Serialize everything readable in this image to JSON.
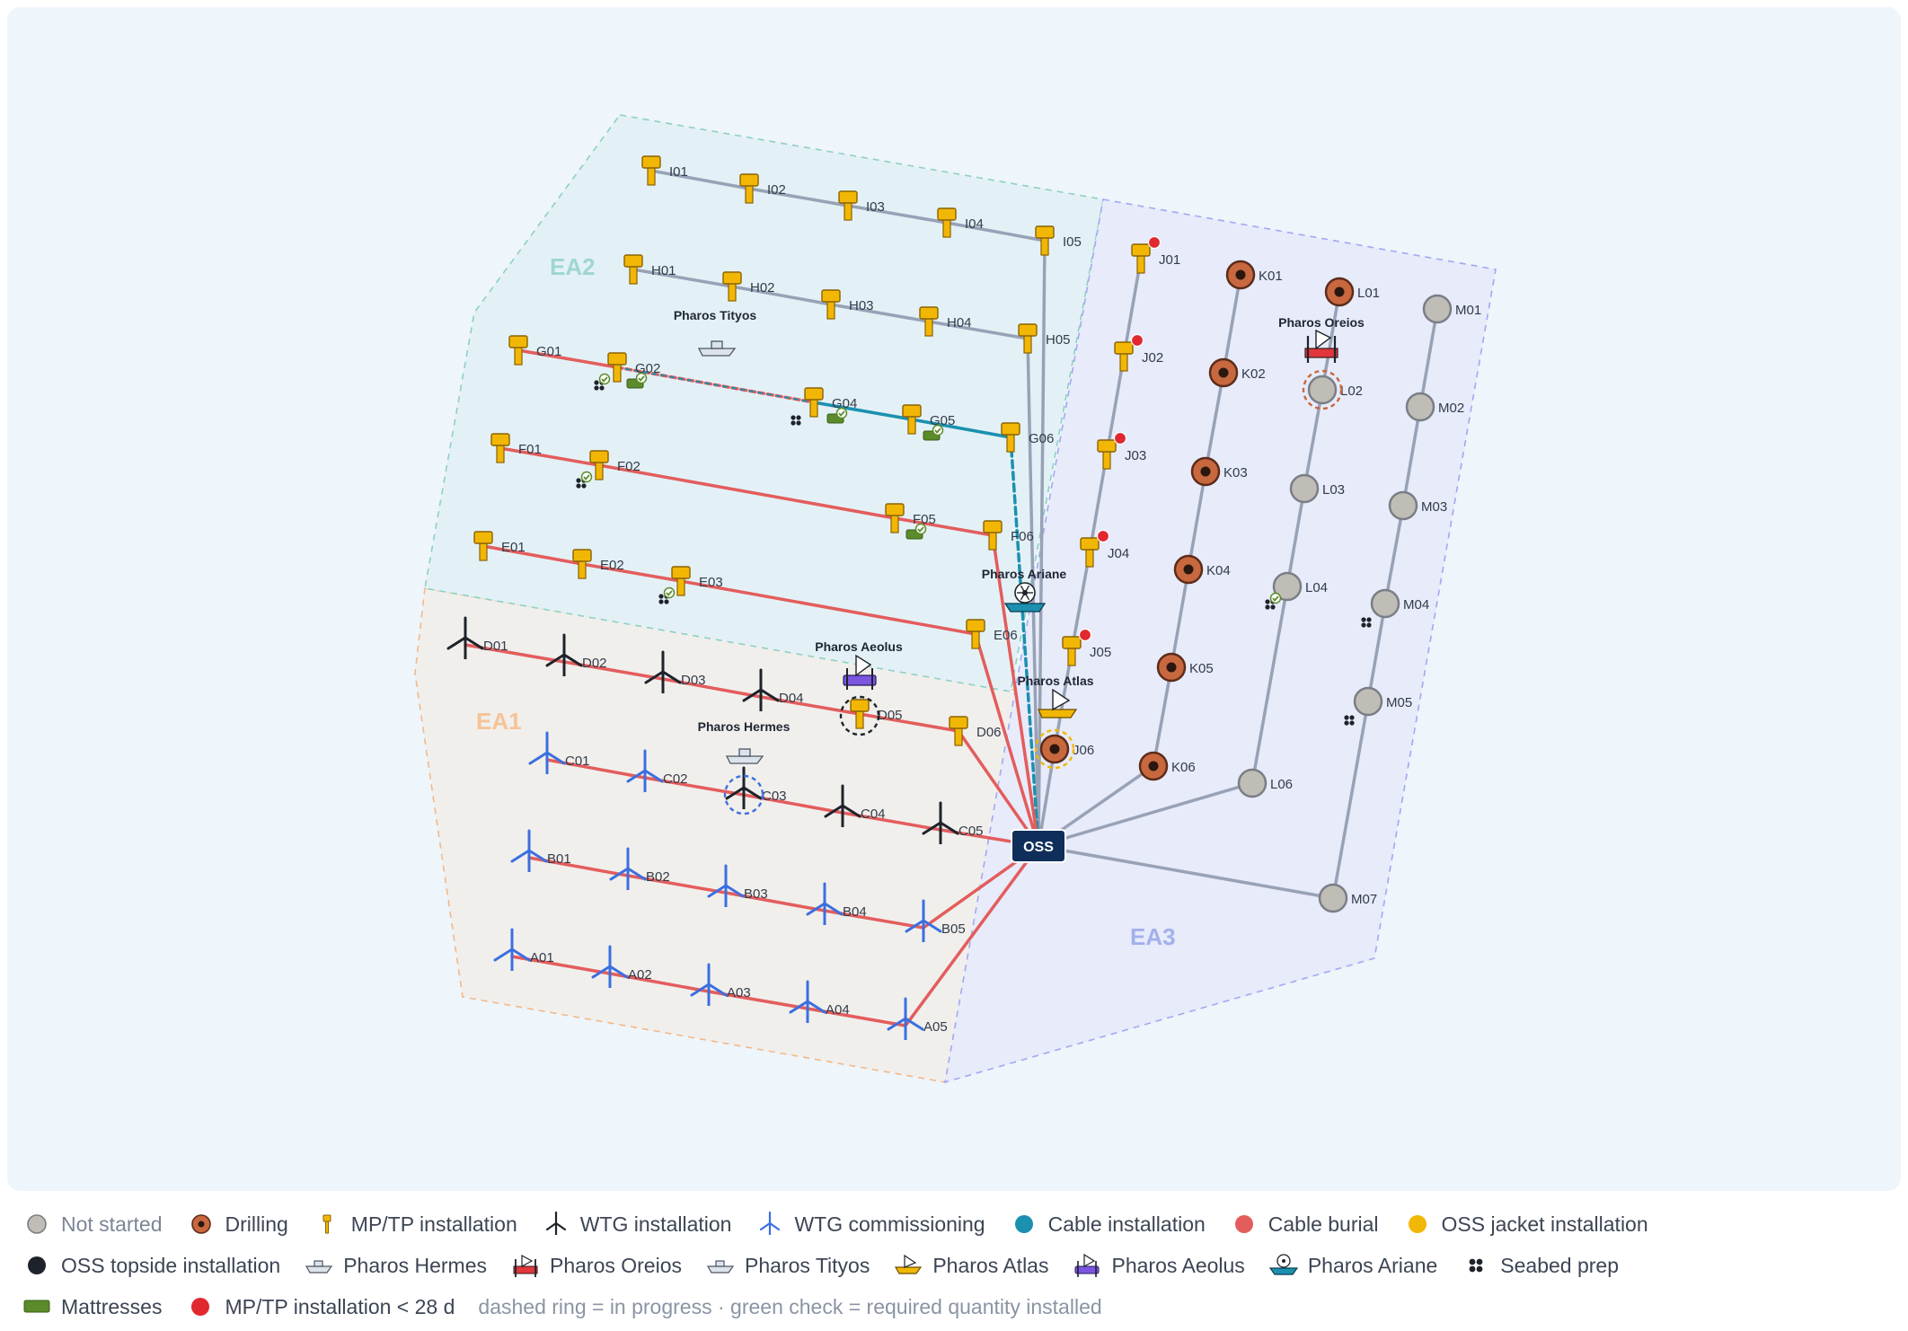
{
  "areas": [
    {
      "id": "EA1",
      "label": "EA1",
      "fill": "#f1efec",
      "stroke": "#f1b98a",
      "text_color": "#f5c398"
    },
    {
      "id": "EA2",
      "label": "EA2",
      "fill": "#e3f1f6",
      "stroke": "#8fd0c2",
      "text_color": "#9fd6d0"
    },
    {
      "id": "EA3",
      "label": "EA3",
      "fill": "#e7ebfa",
      "stroke": "#a3a8f0",
      "text_color": "#a4b0ec"
    }
  ],
  "oss": {
    "label": "OSS"
  },
  "nodes": [
    {
      "id": "I01",
      "type": "mp"
    },
    {
      "id": "I02",
      "type": "mp"
    },
    {
      "id": "I03",
      "type": "mp"
    },
    {
      "id": "I04",
      "type": "mp"
    },
    {
      "id": "I05",
      "type": "mp"
    },
    {
      "id": "H01",
      "type": "mp"
    },
    {
      "id": "H02",
      "type": "mp"
    },
    {
      "id": "H03",
      "type": "mp"
    },
    {
      "id": "H04",
      "type": "mp"
    },
    {
      "id": "H05",
      "type": "mp"
    },
    {
      "id": "G01",
      "type": "mp"
    },
    {
      "id": "G02",
      "type": "mp"
    },
    {
      "id": "G04",
      "type": "mp"
    },
    {
      "id": "G05",
      "type": "mp"
    },
    {
      "id": "G06",
      "type": "mp"
    },
    {
      "id": "F01",
      "type": "mp"
    },
    {
      "id": "F02",
      "type": "mp"
    },
    {
      "id": "F05",
      "type": "mp"
    },
    {
      "id": "F06",
      "type": "mp"
    },
    {
      "id": "E01",
      "type": "mp"
    },
    {
      "id": "E02",
      "type": "mp"
    },
    {
      "id": "E03",
      "type": "mp"
    },
    {
      "id": "E06",
      "type": "mp"
    },
    {
      "id": "D01",
      "type": "wtg"
    },
    {
      "id": "D02",
      "type": "wtg"
    },
    {
      "id": "D03",
      "type": "wtg"
    },
    {
      "id": "D04",
      "type": "wtg"
    },
    {
      "id": "D05",
      "type": "mp"
    },
    {
      "id": "D06",
      "type": "mp"
    },
    {
      "id": "C01",
      "type": "comm"
    },
    {
      "id": "C02",
      "type": "comm"
    },
    {
      "id": "C03",
      "type": "wtg"
    },
    {
      "id": "C04",
      "type": "wtg"
    },
    {
      "id": "C05",
      "type": "wtg"
    },
    {
      "id": "B01",
      "type": "comm"
    },
    {
      "id": "B02",
      "type": "comm"
    },
    {
      "id": "B03",
      "type": "comm"
    },
    {
      "id": "B04",
      "type": "comm"
    },
    {
      "id": "B05",
      "type": "comm"
    },
    {
      "id": "A01",
      "type": "comm"
    },
    {
      "id": "A02",
      "type": "comm"
    },
    {
      "id": "A03",
      "type": "comm"
    },
    {
      "id": "A04",
      "type": "comm"
    },
    {
      "id": "A05",
      "type": "comm"
    },
    {
      "id": "J01",
      "type": "mp"
    },
    {
      "id": "J02",
      "type": "mp"
    },
    {
      "id": "J03",
      "type": "mp"
    },
    {
      "id": "J04",
      "type": "mp"
    },
    {
      "id": "J05",
      "type": "mp"
    },
    {
      "id": "J06",
      "type": "drill"
    },
    {
      "id": "K01",
      "type": "drill"
    },
    {
      "id": "K02",
      "type": "drill"
    },
    {
      "id": "K03",
      "type": "drill"
    },
    {
      "id": "K04",
      "type": "drill"
    },
    {
      "id": "K05",
      "type": "drill"
    },
    {
      "id": "K06",
      "type": "drill"
    },
    {
      "id": "L01",
      "type": "drill"
    },
    {
      "id": "L02",
      "type": "ns"
    },
    {
      "id": "L03",
      "type": "ns"
    },
    {
      "id": "L04",
      "type": "ns"
    },
    {
      "id": "L06",
      "type": "ns"
    },
    {
      "id": "M01",
      "type": "ns"
    },
    {
      "id": "M02",
      "type": "ns"
    },
    {
      "id": "M03",
      "type": "ns"
    },
    {
      "id": "M04",
      "type": "ns"
    },
    {
      "id": "M05",
      "type": "ns"
    },
    {
      "id": "M07",
      "type": "ns"
    }
  ],
  "vessels": [
    {
      "name": "Pharos Tityos",
      "icon": "tityos"
    },
    {
      "name": "Pharos Oreios",
      "icon": "oreios"
    },
    {
      "name": "Pharos Ariane",
      "icon": "ariane"
    },
    {
      "name": "Pharos Aeolus",
      "icon": "aeolus"
    },
    {
      "name": "Pharos Atlas",
      "icon": "atlas"
    },
    {
      "name": "Pharos Hermes",
      "icon": "hermes"
    }
  ],
  "colors": {
    "not_started": "#bfbdb6",
    "drilling": "#c8683f",
    "mp": "#f2b705",
    "wtg": "#1e232b",
    "comm": "#3b6fe0",
    "cable_install": "#1b90b0",
    "cable_burial": "#e35d5d",
    "oss_jacket": "#f2b705",
    "oss_topside": "#1e232b",
    "string": "#98a2b6",
    "oss_box": "#0f2f5a",
    "mattress": "#5b8b2a",
    "alert": "#e0282e"
  },
  "legend": {
    "row1": [
      {
        "icon": "not-started",
        "label": "Not started",
        "muted": true
      },
      {
        "icon": "drilling",
        "label": "Drilling"
      },
      {
        "icon": "mp-tp",
        "label": "MP/TP installation"
      },
      {
        "icon": "wtg",
        "label": "WTG installation"
      },
      {
        "icon": "wtg-comm",
        "label": "WTG commissioning"
      },
      {
        "icon": "cable-install",
        "label": "Cable installation"
      },
      {
        "icon": "cable-burial",
        "label": "Cable burial"
      },
      {
        "icon": "oss-jacket",
        "label": "OSS jacket installation"
      }
    ],
    "row2": [
      {
        "icon": "oss-topside",
        "label": "OSS topside installation"
      },
      {
        "icon": "hermes",
        "label": "Pharos Hermes"
      },
      {
        "icon": "oreios",
        "label": "Pharos Oreios"
      },
      {
        "icon": "tityos",
        "label": "Pharos Tityos"
      },
      {
        "icon": "atlas",
        "label": "Pharos Atlas"
      },
      {
        "icon": "aeolus",
        "label": "Pharos Aeolus"
      },
      {
        "icon": "ariane",
        "label": "Pharos Ariane"
      },
      {
        "icon": "seabed",
        "label": "Seabed prep"
      }
    ],
    "row3": [
      {
        "icon": "mattress",
        "label": "Mattresses"
      },
      {
        "icon": "alert",
        "label": "MP/TP installation < 28 d"
      }
    ],
    "note": "dashed ring = in progress · green check = required quantity installed"
  }
}
